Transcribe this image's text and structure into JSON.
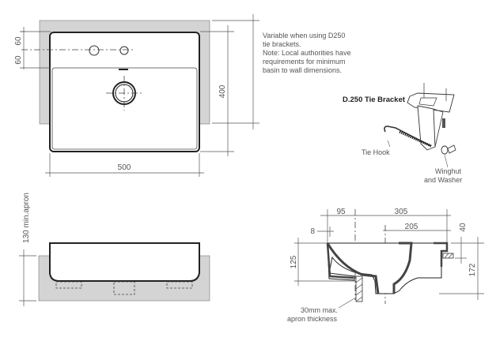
{
  "plan_view": {
    "dim_60_top": "60",
    "dim_60_bottom": "60",
    "dim_width": "500",
    "dim_depth": "400"
  },
  "notes": {
    "line1": "Variable when using D250",
    "line2": "tie brackets.",
    "line3": "Note: Local authorities have",
    "line4": "requirements for minimum",
    "line5": "basin to wall dimensions."
  },
  "bracket": {
    "title": "D.250 Tie Bracket",
    "tie_hook": "Tie Hook",
    "winghut_line1": "Winghut",
    "winghut_line2": "and Washer"
  },
  "front_elevation": {
    "dim_apron": "130 min.apron"
  },
  "section": {
    "dim_95": "95",
    "dim_305": "305",
    "dim_8": "8",
    "dim_205": "205",
    "dim_40": "40",
    "dim_125": "125",
    "dim_172": "172",
    "apron_line1": "30mm max.",
    "apron_line2": "apron thickness"
  }
}
